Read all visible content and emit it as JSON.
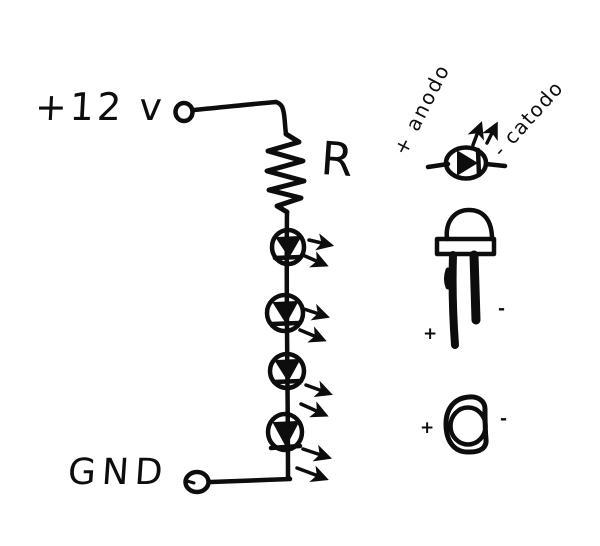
{
  "page": {
    "background_color": "#ffffff",
    "ink_color": "#0d0d0d",
    "description": "Hand-drawn schematic of four LEDs in series with a resistor between +12 V and GND, with LED pinout legend"
  },
  "labels": {
    "supply_voltage": "+12 v",
    "resistor": "R",
    "ground": "GND",
    "anode": "+ anodo",
    "cathode": "- catodo",
    "front_view_plus": "+",
    "front_view_minus": "-",
    "bottom_view_plus": "+",
    "bottom_view_minus": "-"
  },
  "components": {
    "schematic_chain": [
      "supply-terminal",
      "resistor",
      "series-led-1",
      "series-led-2",
      "series-led-3",
      "series-led-4",
      "ground-terminal"
    ],
    "legend": [
      "led-schematic-symbol",
      "led-package-front-view",
      "led-package-bottom-view"
    ]
  }
}
